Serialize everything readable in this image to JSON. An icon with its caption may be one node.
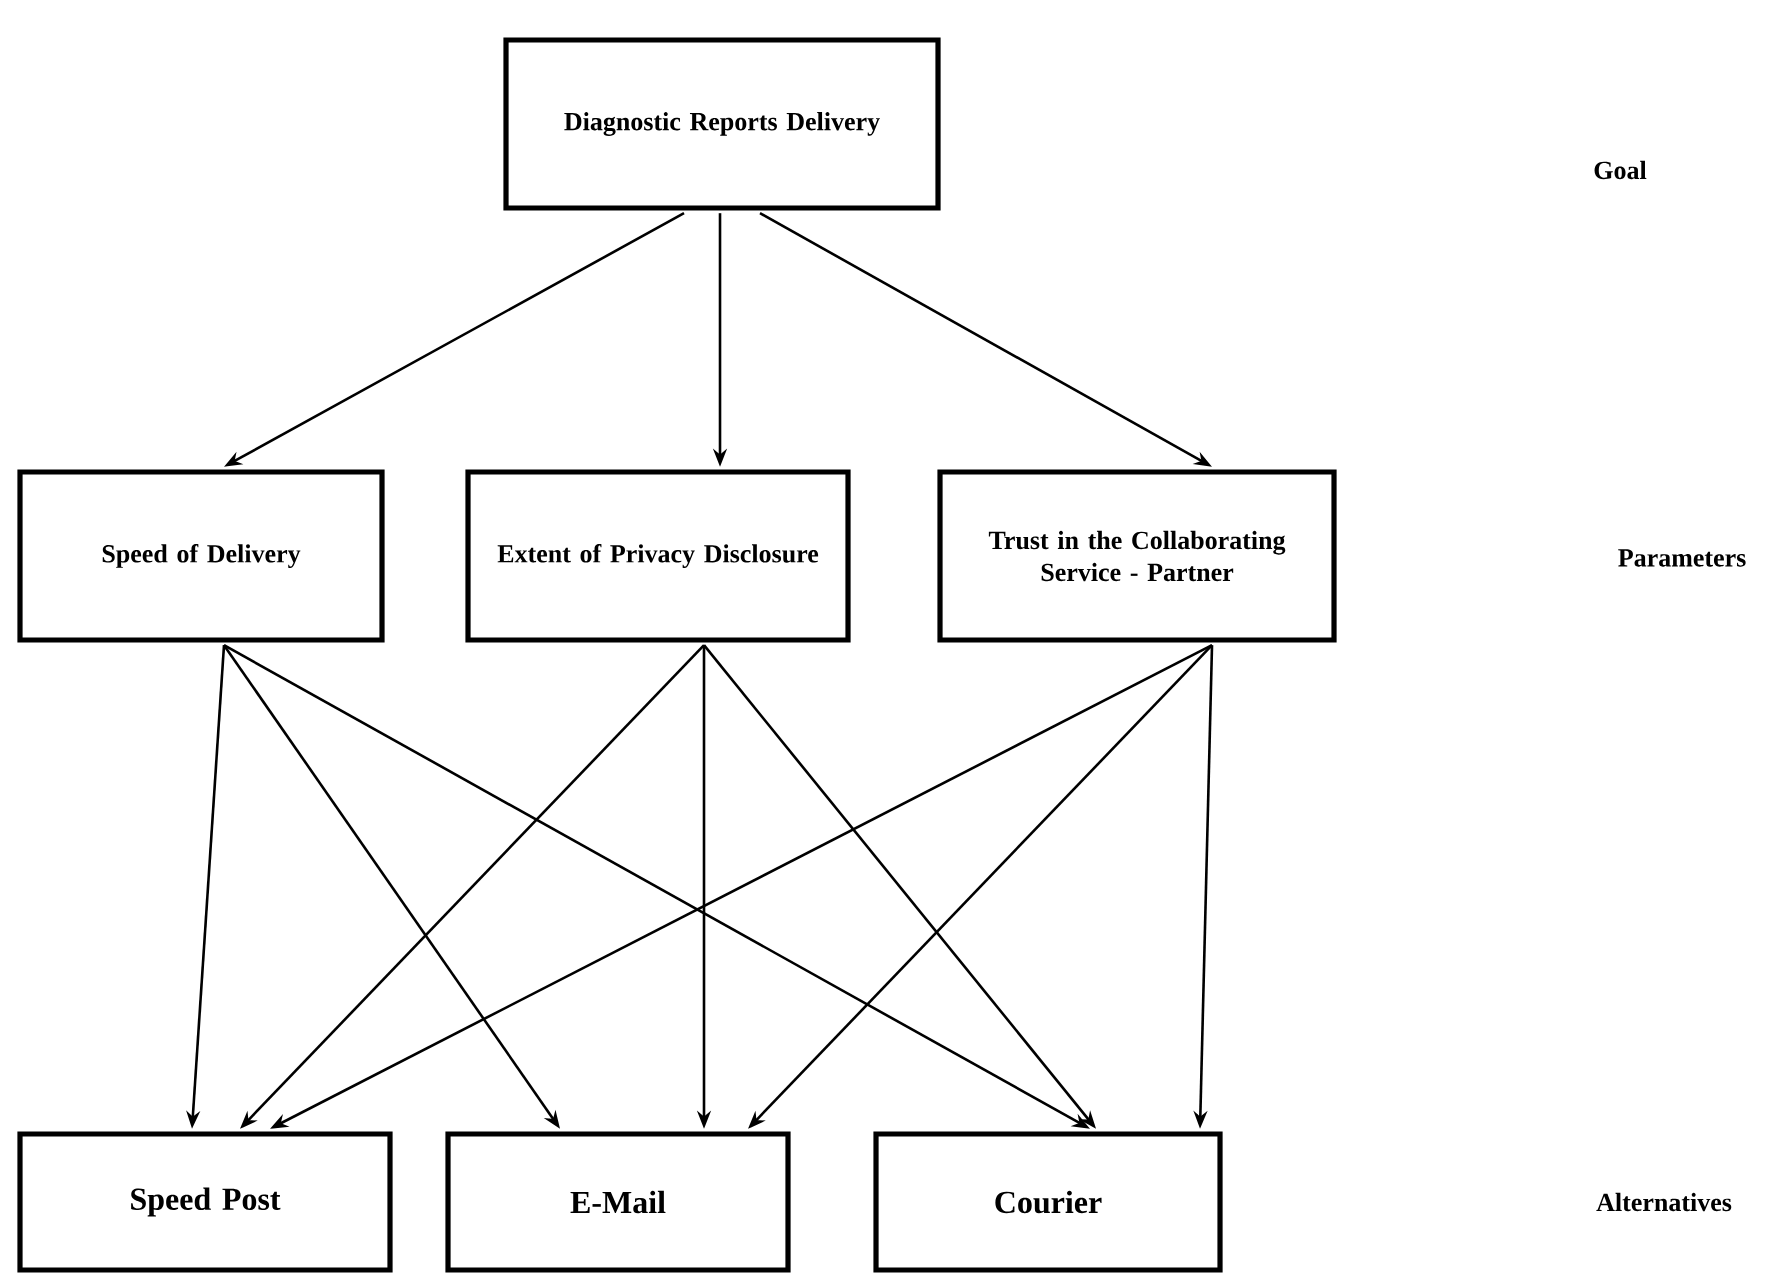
{
  "diagram": {
    "nodes": [
      {
        "text": [
          "Diagnostic Reports Delivery"
        ]
      },
      {
        "text": [
          "Speed of Delivery"
        ]
      },
      {
        "text": [
          "Extent of Privacy Disclosure"
        ]
      },
      {
        "text": [
          "Trust in the Collaborating Service - Partner"
        ]
      },
      {
        "text": [
          "Speed Post"
        ]
      },
      {
        "text": [
          "E-Mail"
        ]
      },
      {
        "text": [
          "Courier"
        ]
      }
    ],
    "edges": [
      {
        "from": 0,
        "to": 1,
        "arrow": "to"
      },
      {
        "from": 0,
        "to": 2,
        "arrow": "to"
      },
      {
        "from": 0,
        "to": 3,
        "arrow": "to"
      },
      {
        "from": 1,
        "to": 4,
        "arrow": "to"
      },
      {
        "from": 1,
        "to": 5,
        "arrow": "to"
      },
      {
        "from": 1,
        "to": 6,
        "arrow": "to"
      },
      {
        "from": 2,
        "to": 4,
        "arrow": "to"
      },
      {
        "from": 2,
        "to": 5,
        "arrow": "to"
      },
      {
        "from": 2,
        "to": 6,
        "arrow": "to"
      },
      {
        "from": 3,
        "to": 4,
        "arrow": "to"
      },
      {
        "from": 3,
        "to": 5,
        "arrow": "to"
      },
      {
        "from": 3,
        "to": 6,
        "arrow": "to"
      }
    ],
    "labels": [
      "Goal",
      "Parameters",
      "Alternatives"
    ]
  }
}
